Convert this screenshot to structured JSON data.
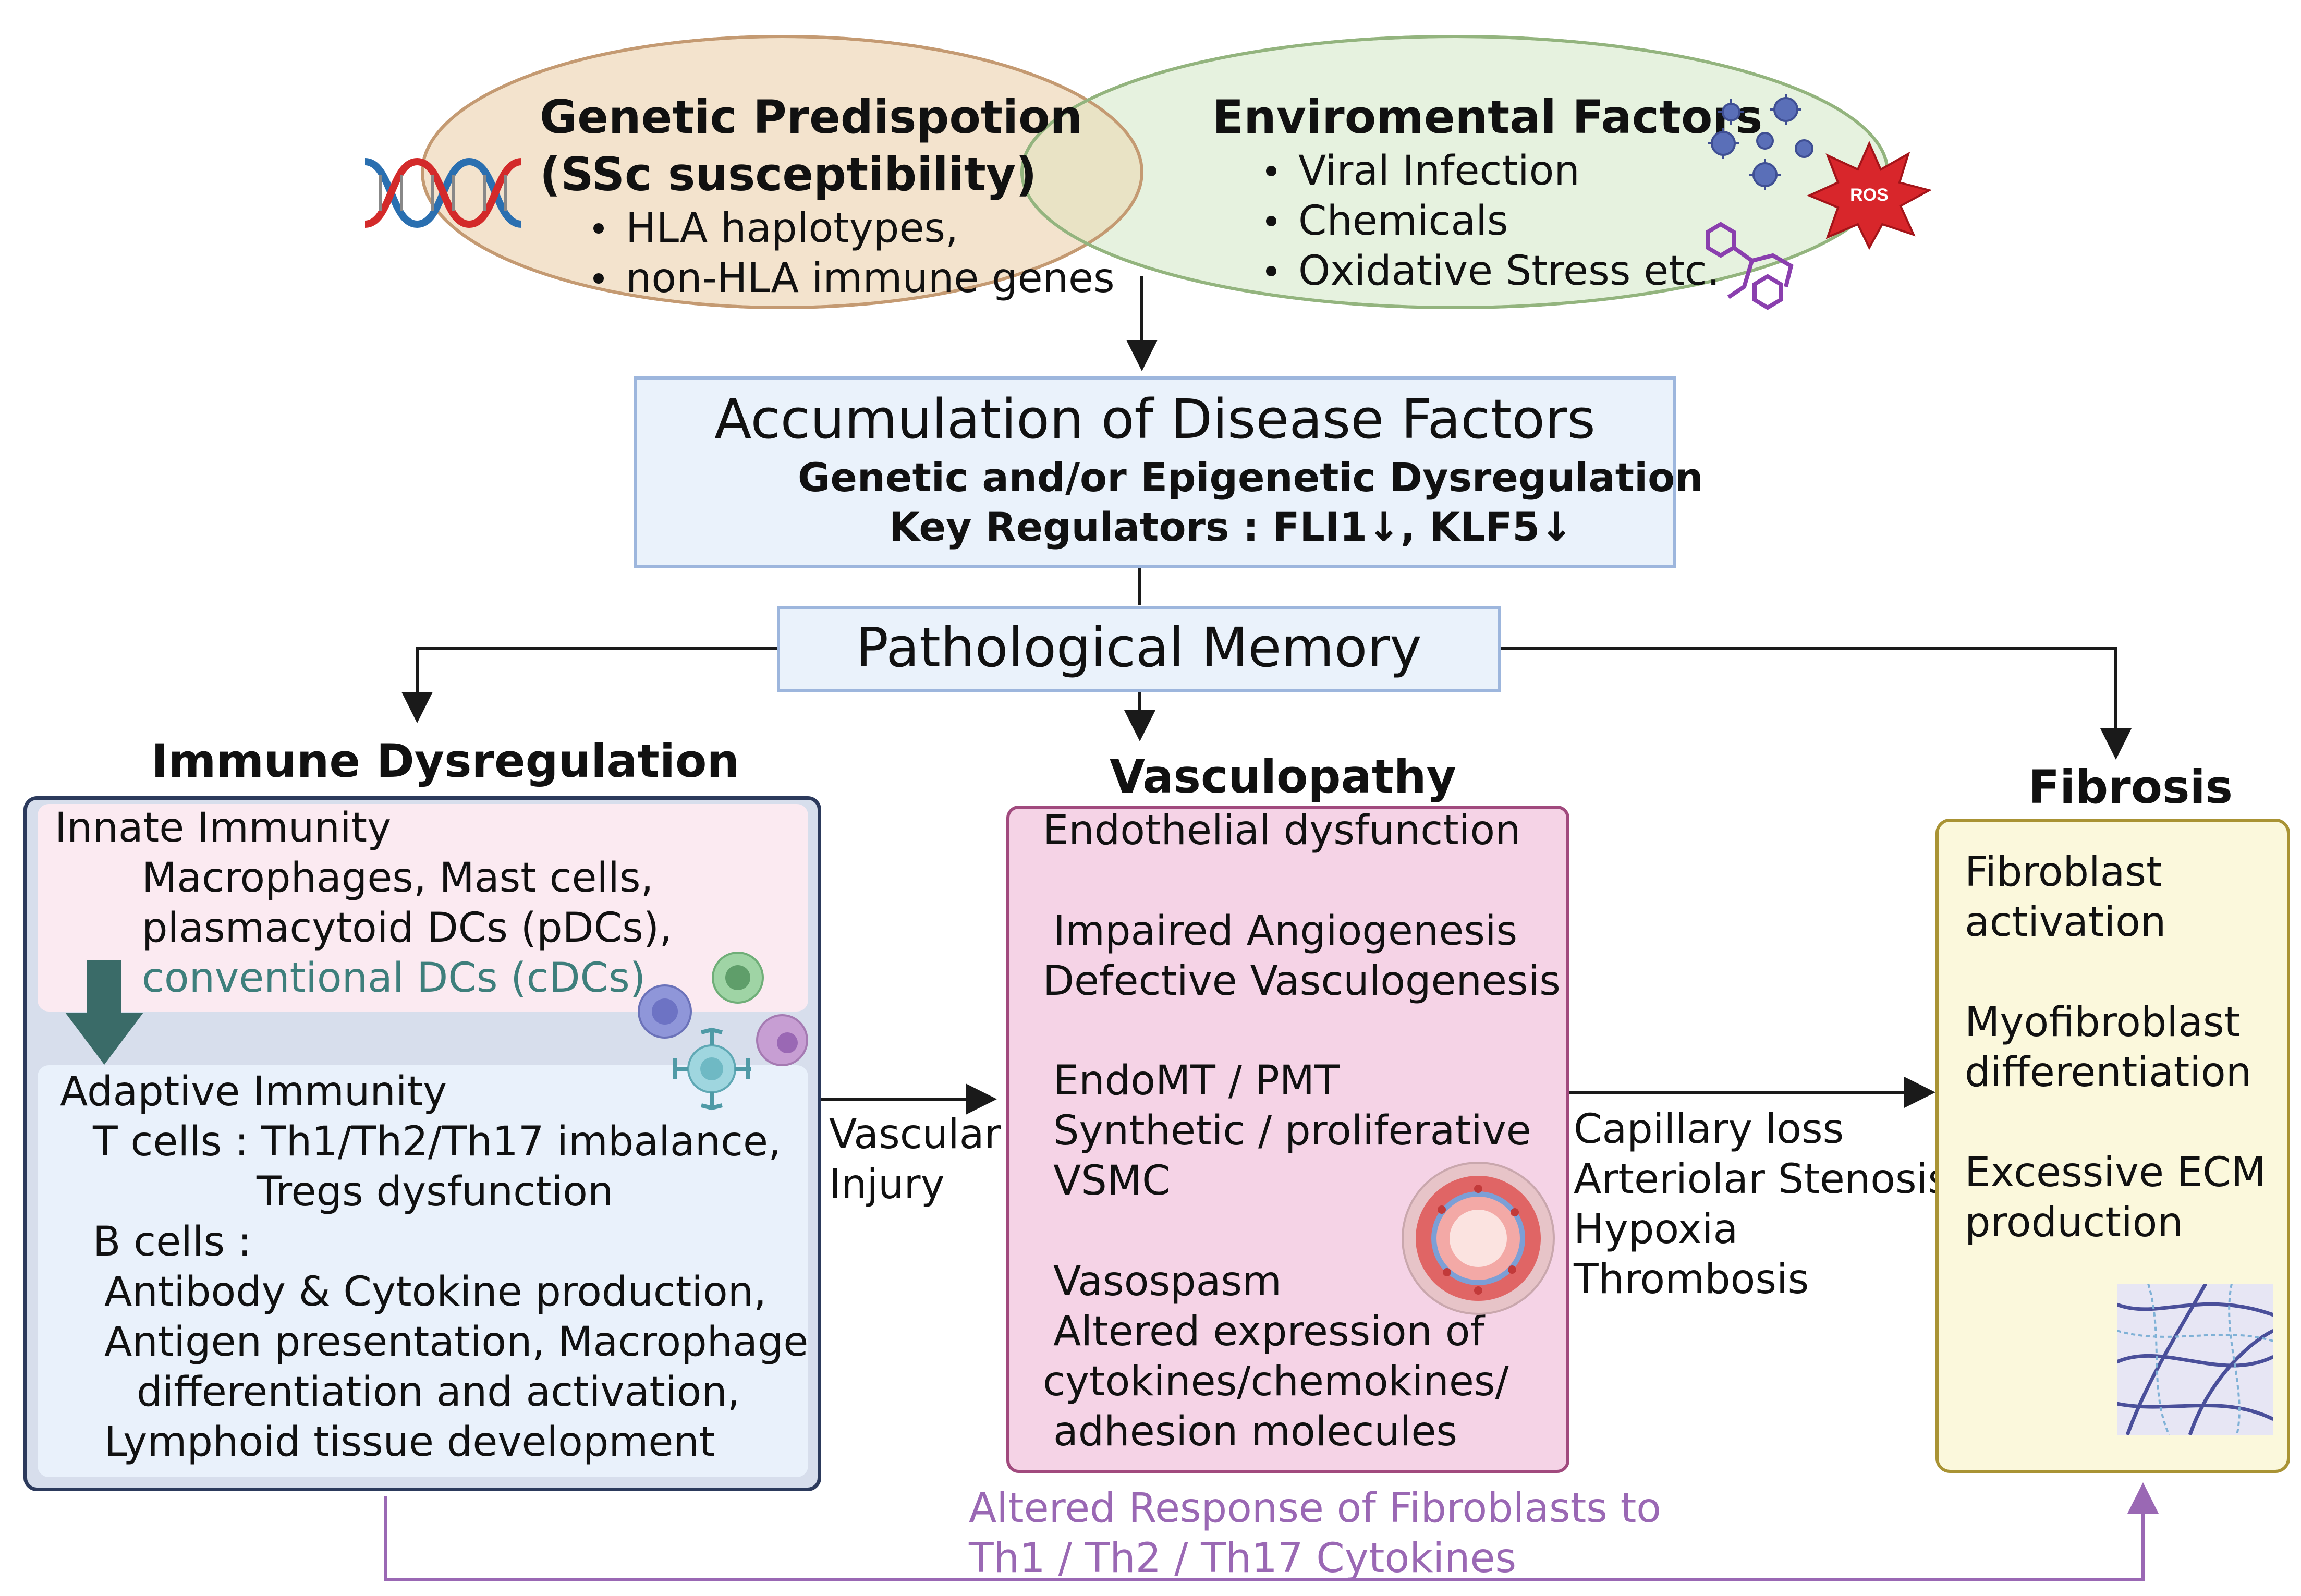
{
  "genetic": {
    "title_line1": "Genetic Predispotion",
    "title_line2": "(SSc susceptibility)",
    "items": [
      "HLA haplotypes,",
      "non-HLA immune genes"
    ]
  },
  "environmental": {
    "title": "Enviromental Factors",
    "items": [
      "Viral Infection",
      "Chemicals",
      "Oxidative Stress etc."
    ],
    "ros_label": "ROS"
  },
  "accumulation": {
    "title": "Accumulation of Disease Factors",
    "line2": "Genetic and/or Epigenetic Dysregulation",
    "line3": "Key Regulators : FLI1↓, KLF5↓"
  },
  "memory": {
    "title": "Pathological Memory"
  },
  "immune": {
    "title": "Immune Dysregulation",
    "innate_title": "Innate Immunity",
    "innate_line1": "Macrophages, Mast cells,",
    "innate_line2": "plasmacytoid DCs (pDCs),",
    "innate_line3": "conventional DCs (cDCs)",
    "adaptive_title": "Adaptive Immunity",
    "t_cells_line1": "T cells : Th1/Th2/Th17 imbalance,",
    "t_cells_line2": "Tregs dysfunction",
    "b_cells_title": "B cells :",
    "b_line1": "Antibody & Cytokine production,",
    "b_line2": "Antigen presentation, Macrophage",
    "b_line3": "differentiation and  activation,",
    "b_line4": "Lymphoid tissue development"
  },
  "vascular_injury": {
    "line1": "Vascular",
    "line2": "Injury"
  },
  "vasculopathy": {
    "title": "Vasculopathy",
    "l1": "Endothelial dysfunction",
    "l2": "Impaired Angiogenesis",
    "l3": "Defective Vasculogenesis",
    "l4": "EndoMT / PMT",
    "l5": "Synthetic / proliferative",
    "l6": "VSMC",
    "l7": "Vasospasm",
    "l8": "Altered expression of",
    "l9": "cytokines/chemokines/",
    "l10": "adhesion molecules"
  },
  "consequences": {
    "l1": "Capillary loss",
    "l2": "Arteriolar Stenosis",
    "l3": "Hypoxia",
    "l4": "Thrombosis"
  },
  "fibrosis": {
    "title": "Fibrosis",
    "l1": "Fibroblast",
    "l2": "activation",
    "l3": "Myofibroblast",
    "l4": "differentiation",
    "l5": "Excessive ECM",
    "l6": "production"
  },
  "feedback": {
    "line1": "Altered Response of Fibroblasts to",
    "line2": "Th1 / Th2 / Th17 Cytokines"
  },
  "colors": {
    "genetic_fill": "#f3e3cd",
    "genetic_stroke": "#c49a72",
    "env_fill": "#e6f2df",
    "env_stroke": "#93b47e",
    "overlap_fill": "#e9e3c5",
    "box_blue_fill": "#eaf2fb",
    "box_blue_stroke": "#9db6dd",
    "immune_stroke": "#2c3a5c",
    "innate_fill": "#fbeaf1",
    "adaptive_fill": "#e9f1fb",
    "vasc_fill": "#f5d3e6",
    "vasc_stroke": "#a14a7e",
    "fib_fill": "#fbf8dc",
    "fib_stroke": "#a99334",
    "purple": "#9a68b4",
    "teal_text": "#3e7f7c",
    "teal_arrow": "#3a6b68"
  },
  "icons": [
    "dna-icon",
    "virus-icon",
    "ros-burst-icon",
    "chemical-molecule-icon",
    "immune-cell-icon",
    "blood-vessel-icon",
    "ecm-fiber-icon",
    "down-arrow-icon"
  ]
}
